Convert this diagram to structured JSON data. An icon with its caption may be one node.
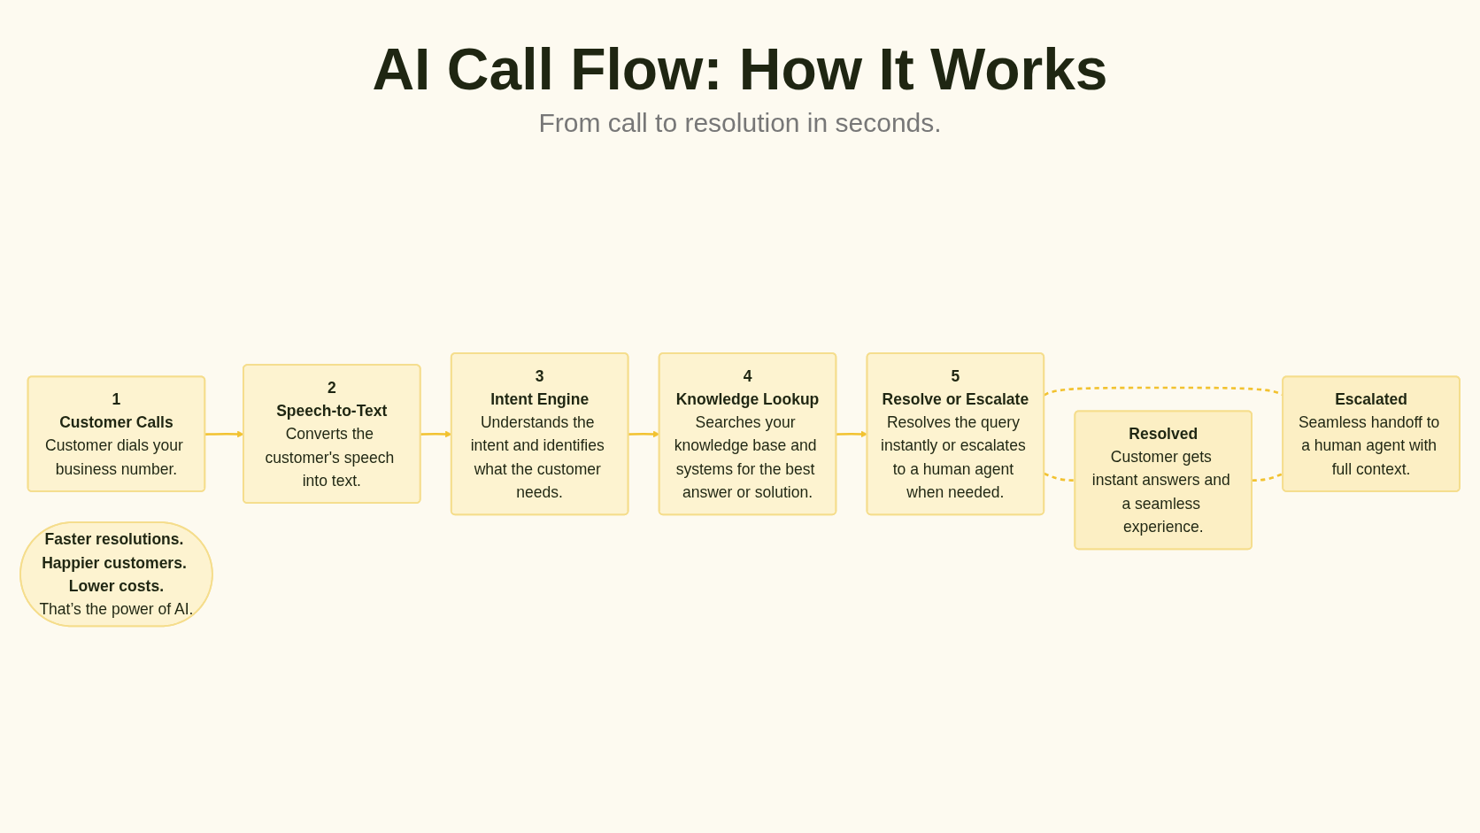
{
  "diagram": {
    "title": "AI Call Flow: How It Works",
    "nodes": [
      {
        "text": [
          "1",
          "Customer Calls",
          "Customer dials your business number."
        ]
      },
      {
        "text": [
          "2",
          "Speech-to-Text",
          "Converts the customer's speech into text."
        ]
      },
      {
        "text": [
          "3",
          "Intent Engine",
          "Understands the intent and identifies what the customer needs."
        ]
      },
      {
        "text": [
          "4",
          "Knowledge Lookup",
          "Searches your knowledge base and systems for the best answer or solution."
        ]
      },
      {
        "text": [
          "5",
          "Resolve or Escalate",
          "Resolves the query instantly or escalates to a human agent when needed."
        ]
      },
      {
        "text": [
          "Resolved",
          "Customer gets instant answers and a seamless experience."
        ]
      },
      {
        "text": [
          "Escalated",
          "Seamless handoff to a human agent with full context."
        ]
      },
      {
        "text": [
          "Faster resolutions. Happier customers. Lower costs.",
          "That’s the power of AI."
        ]
      }
    ],
    "edges": [
      {
        "from": 0,
        "to": 1,
        "arrow": "to"
      },
      {
        "from": 1,
        "to": 2,
        "arrow": "to"
      },
      {
        "from": 2,
        "to": 3,
        "arrow": "to"
      },
      {
        "from": 3,
        "to": 4,
        "arrow": "to"
      },
      {
        "from": 4,
        "to": 5,
        "arrow": "none",
        "style": "dashed"
      },
      {
        "from": 4,
        "to": 6,
        "arrow": "none",
        "style": "dashed"
      },
      {
        "from": 5,
        "to": 6,
        "arrow": "none",
        "style": "dashed"
      }
    ],
    "labels": [
      "From call to resolution in seconds."
    ]
  }
}
